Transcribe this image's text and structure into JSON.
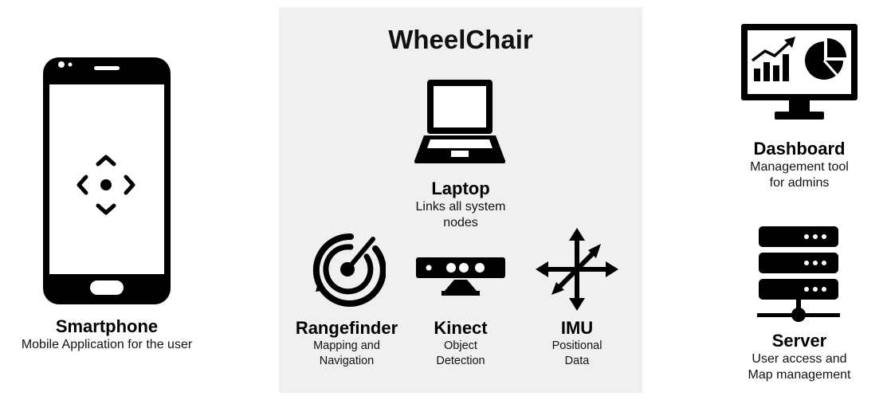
{
  "wheelchair": {
    "title": "WheelChair",
    "panel_color": "#f0f0f0"
  },
  "smartphone": {
    "title": "Smartphone",
    "desc": "Mobile Application for the user",
    "icon": "smartphone-icon"
  },
  "laptop": {
    "title": "Laptop",
    "desc_line1": "Links all system",
    "desc_line2": "nodes",
    "icon": "laptop-icon"
  },
  "rangefinder": {
    "title": "Rangefinder",
    "desc_line1": "Mapping and",
    "desc_line2": "Navigation",
    "icon": "radar-icon"
  },
  "kinect": {
    "title": "Kinect",
    "desc_line1": "Object",
    "desc_line2": "Detection",
    "icon": "kinect-icon"
  },
  "imu": {
    "title": "IMU",
    "desc_line1": "Positional",
    "desc_line2": "Data",
    "icon": "axes-icon"
  },
  "dashboard": {
    "title": "Dashboard",
    "desc_line1": "Management  tool",
    "desc_line2": "for admins",
    "icon": "monitor-chart-icon"
  },
  "server": {
    "title": "Server",
    "desc_line1": "User access and",
    "desc_line2": "Map management",
    "icon": "server-rack-icon"
  }
}
